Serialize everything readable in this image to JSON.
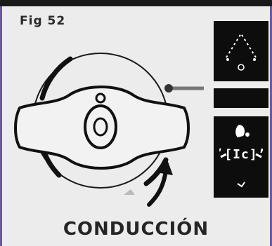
{
  "figure": {
    "label": "Fig 52",
    "caption": "CONDUCCIÓN"
  },
  "panels": {
    "bottom_text": "ʹ[Ic]ʼ"
  },
  "colors": {
    "background": "#ececec",
    "ink": "#111111",
    "panel": "#0d0d0d",
    "frame": "#6a5a9e"
  }
}
